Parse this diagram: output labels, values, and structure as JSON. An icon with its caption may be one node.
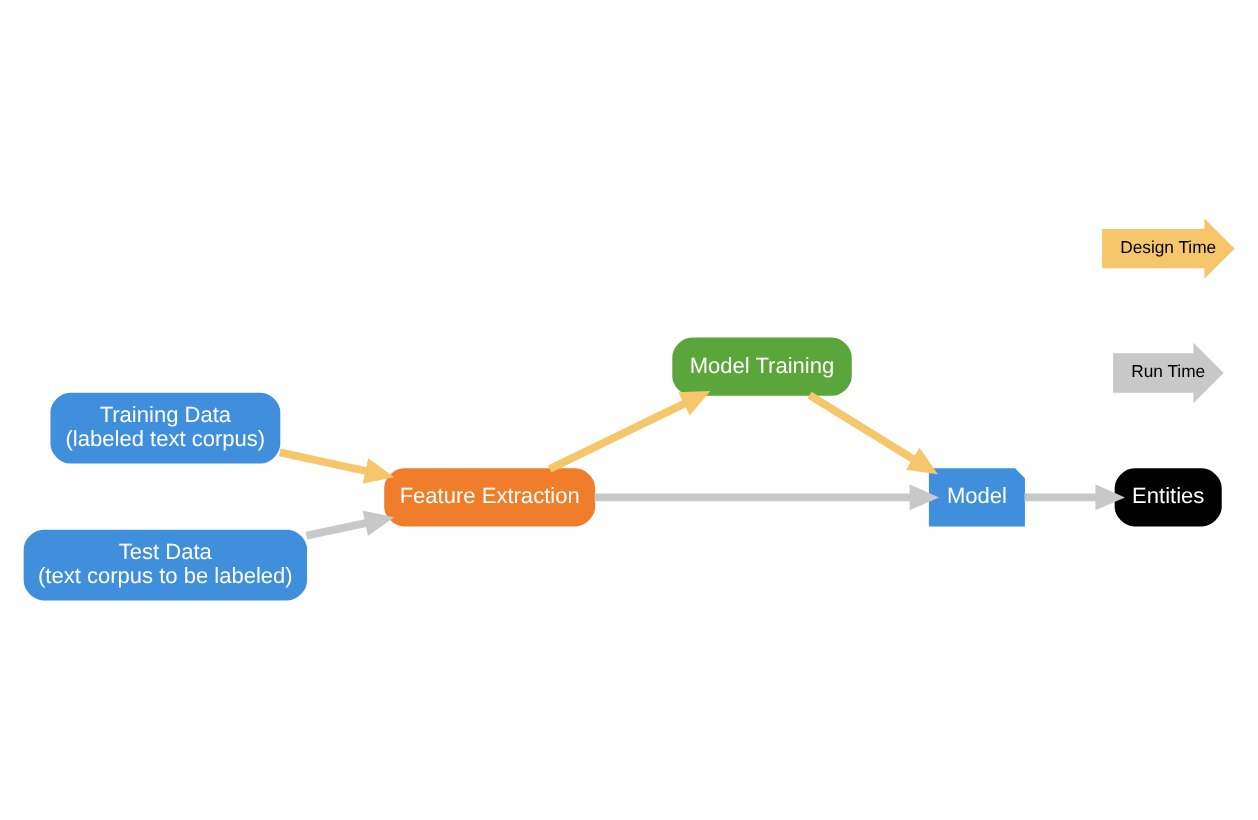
{
  "diagram": {
    "nodes": [
      {
        "text": [
          "Training Data",
          "(labeled text corpus)"
        ]
      },
      {
        "text": [
          "Test Data",
          "(text corpus to be labeled)"
        ]
      },
      {
        "text": [
          "Feature Extraction"
        ]
      },
      {
        "text": [
          "Model Training"
        ]
      },
      {
        "text": [
          "Model"
        ]
      },
      {
        "text": [
          "Entities"
        ]
      }
    ],
    "edges": [
      {
        "from": 0,
        "to": 2,
        "arrow": "to",
        "color": "#f5c76a"
      },
      {
        "from": 1,
        "to": 2,
        "arrow": "to",
        "color": "#c8c8c8"
      },
      {
        "from": 2,
        "to": 3,
        "arrow": "to",
        "color": "#f5c76a"
      },
      {
        "from": 3,
        "to": 4,
        "arrow": "to",
        "color": "#f5c76a"
      },
      {
        "from": 2,
        "to": 4,
        "arrow": "to",
        "color": "#c8c8c8"
      },
      {
        "from": 4,
        "to": 5,
        "arrow": "to",
        "color": "#c8c8c8"
      }
    ],
    "legend": [
      {
        "text": "Design Time",
        "color": "#f5c76a"
      },
      {
        "text": "Run Time",
        "color": "#c8c8c8"
      }
    ]
  }
}
